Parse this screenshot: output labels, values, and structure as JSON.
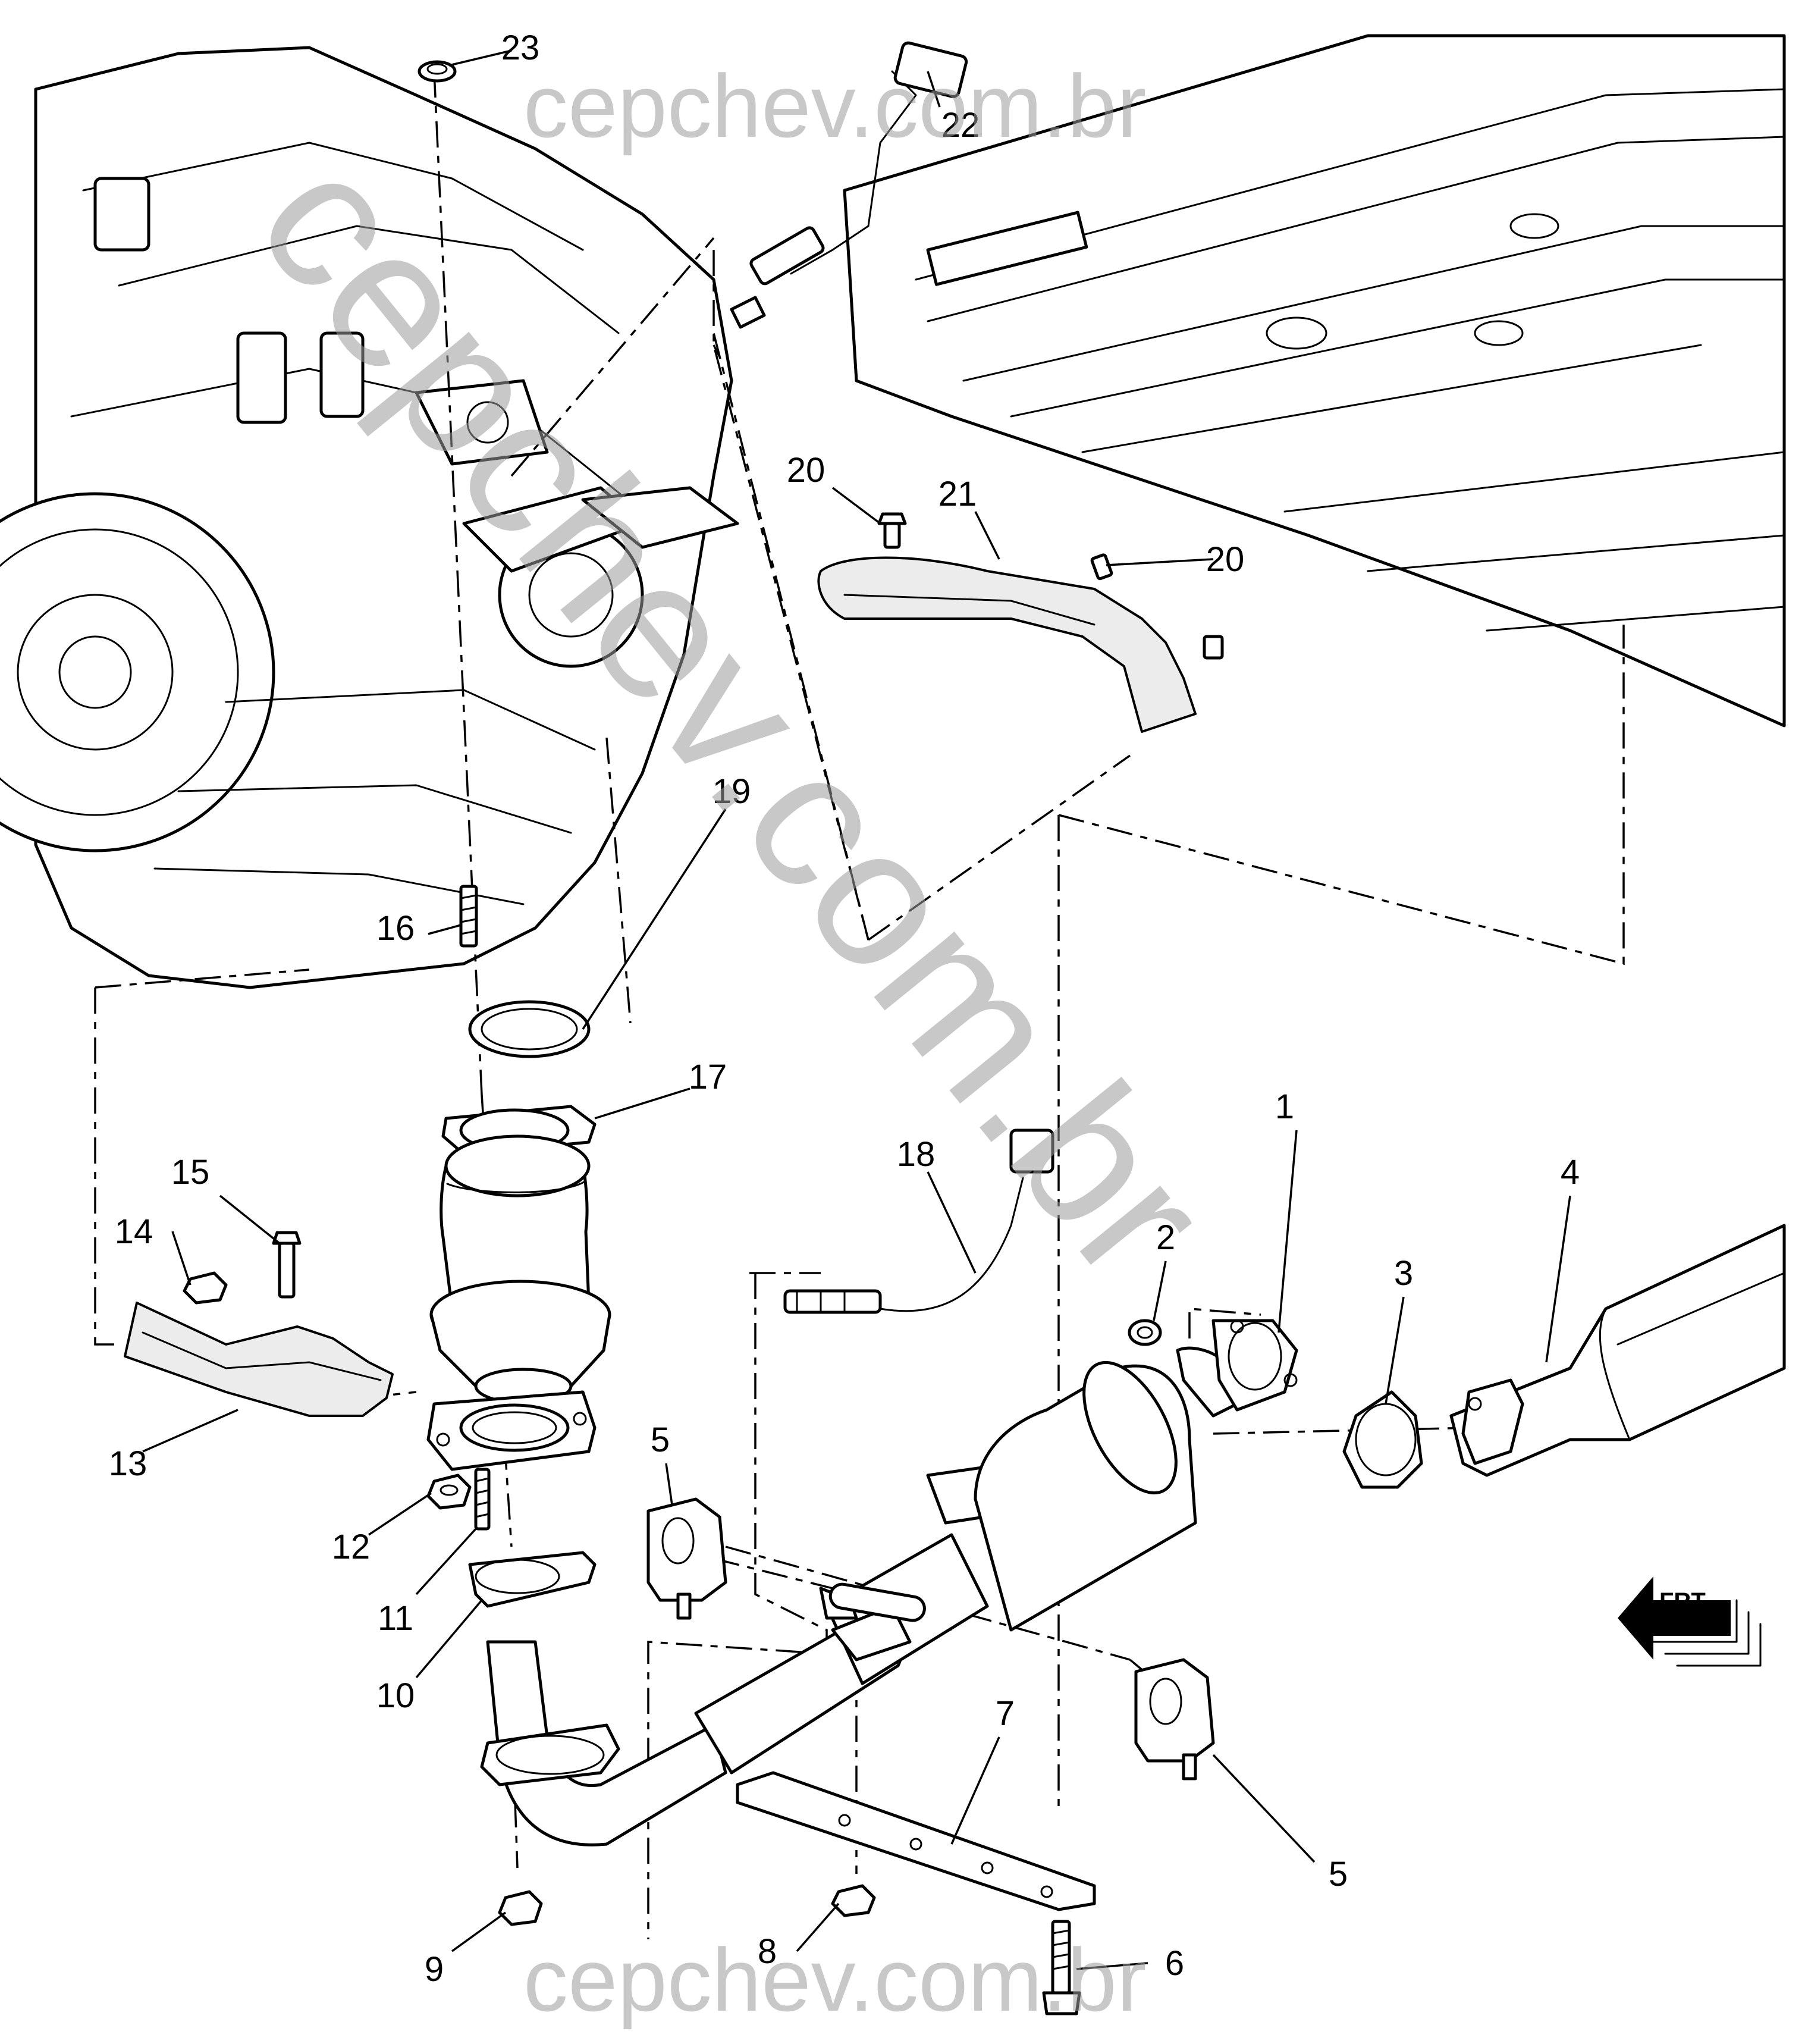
{
  "watermarks": {
    "top": "cepchev.com.br",
    "bottom": "cepchev.com.br",
    "diagonal": "cepchev.com.br"
  },
  "direction_indicator": {
    "label": "FRT",
    "icon": "front-direction-arrow-icon"
  },
  "callouts": [
    "1",
    "2",
    "3",
    "4",
    "5",
    "5",
    "6",
    "7",
    "8",
    "9",
    "10",
    "11",
    "12",
    "13",
    "14",
    "15",
    "16",
    "17",
    "18",
    "19",
    "20",
    "20",
    "21",
    "22",
    "23"
  ],
  "colors": {
    "line": "#000000",
    "background": "#ffffff",
    "watermark": "#9a9a9a"
  }
}
